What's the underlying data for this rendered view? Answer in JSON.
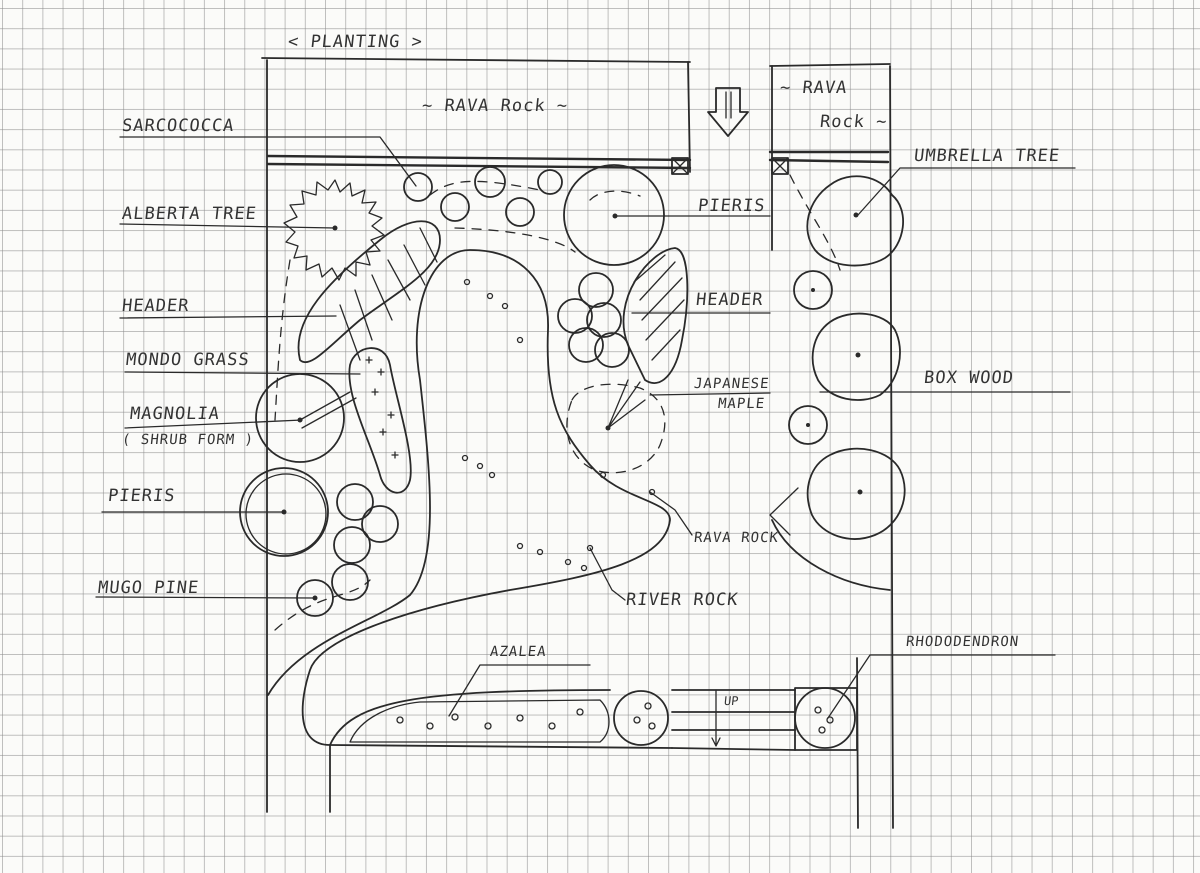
{
  "labels": {
    "planting": "< PLANTING >",
    "rava_rock_top": "~ RAVA  Rock ~",
    "rava_rock_right_1": "~ RAVA",
    "rava_rock_right_2": "Rock ~",
    "sarcococca": "SARCOCOCCA",
    "alberta_tree": "ALBERTA TREE",
    "header_left": "HEADER",
    "mondo_grass": "MONDO GRASS",
    "magnolia": "MAGNOLIA",
    "shrub_form": "( SHRUB FORM )",
    "pieris_left": "PIERIS",
    "mugo_pine": "MUGO PINE",
    "pieris_right": "PIERIS",
    "header_right": "HEADER",
    "japanese": "JAPANESE",
    "maple": "MAPLE",
    "umbrella_tree": "UMBRELLA TREE",
    "box_wood": "BOX WOOD",
    "rava_rock_mid": "RAVA ROCK",
    "river_rock": "RIVER ROCK",
    "azalea": "AZALEA",
    "rhododendron": "RHODODENDRON",
    "up": "UP"
  }
}
